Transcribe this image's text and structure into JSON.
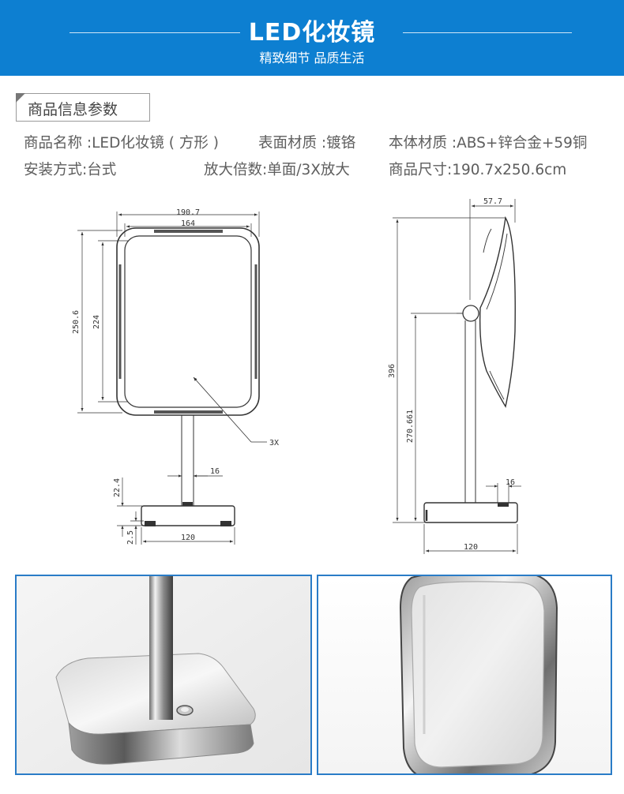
{
  "banner": {
    "title": "LED化妆镜",
    "subtitle": "精致细节 品质生活",
    "bg_color": "#0d7fd1"
  },
  "section": {
    "title": "商品信息参数"
  },
  "specs": {
    "row1": [
      "商品名称 :LED化妆镜 ( 方形 )",
      "表面材质 :镀铬",
      "本体材质 :ABS+锌合金+59铜"
    ],
    "row2": [
      "安装方式:台式",
      "放大倍数:单面/3X放大",
      "商品尺寸:190.7x250.6cm"
    ]
  },
  "front_view": {
    "width_outer": "190.7",
    "width_inner": "164",
    "height_outer": "250.6",
    "height_inner": "224",
    "magnify_label": "3X",
    "stem_width": "16",
    "base_height": "22.4",
    "base_offset": "2.5",
    "base_width": "120"
  },
  "side_view": {
    "depth": "57.7",
    "total_height": "396",
    "pivot_height": "270.661",
    "stem_width": "16",
    "base_width": "120"
  },
  "photos": {
    "left": "base-closeup-photo",
    "right": "mirror-closeup-photo",
    "border_color": "#2a7cc7"
  }
}
